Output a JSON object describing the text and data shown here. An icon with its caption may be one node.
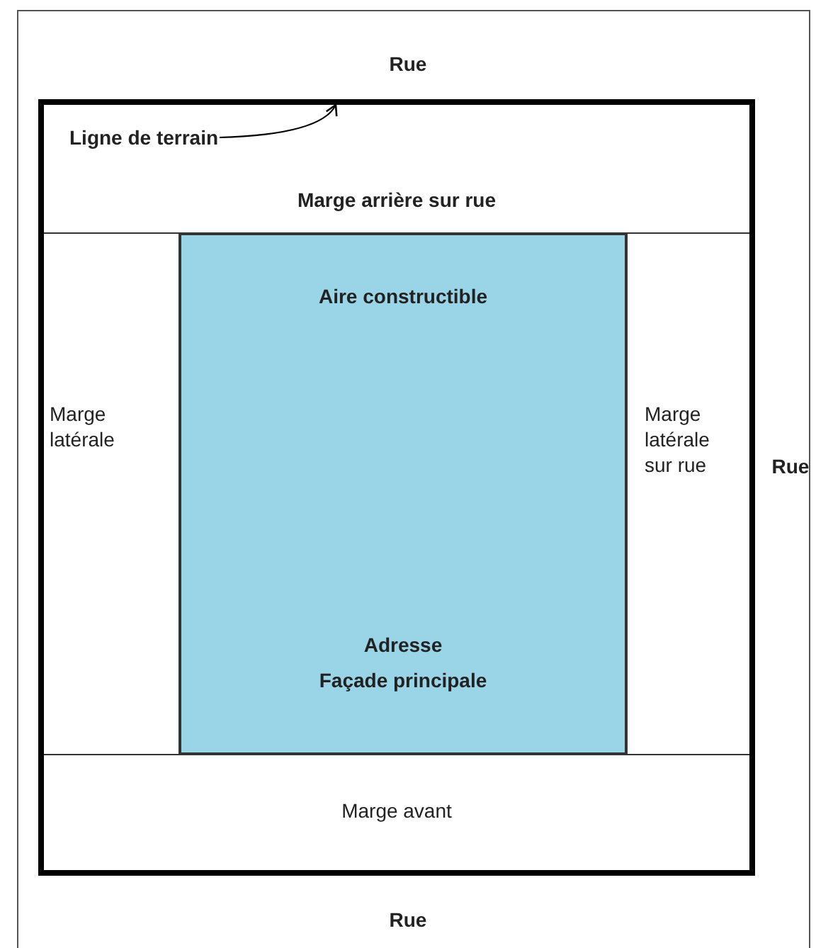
{
  "diagram": {
    "nodes": [
      {
        "text": [],
        "shape": "box"
      },
      {
        "text": [
          "Marge arrière sur rue"
        ],
        "in": 0
      },
      {
        "text": [
          "Marge latérale"
        ],
        "in": 0
      },
      {
        "text": [
          "Aire constructible",
          "Adresse",
          "Façade principale"
        ],
        "in": 0
      },
      {
        "text": [
          "Marge latérale sur rue"
        ],
        "in": 0
      },
      {
        "text": [
          "Marge avant"
        ],
        "in": 0
      },
      {
        "text": [
          "Ligne de terrain"
        ],
        "in": 1
      }
    ],
    "edges": [
      {
        "from": 6,
        "to": 0,
        "arrow": "to"
      }
    ],
    "labels": [
      "Rue",
      "Rue",
      "Rue"
    ]
  }
}
